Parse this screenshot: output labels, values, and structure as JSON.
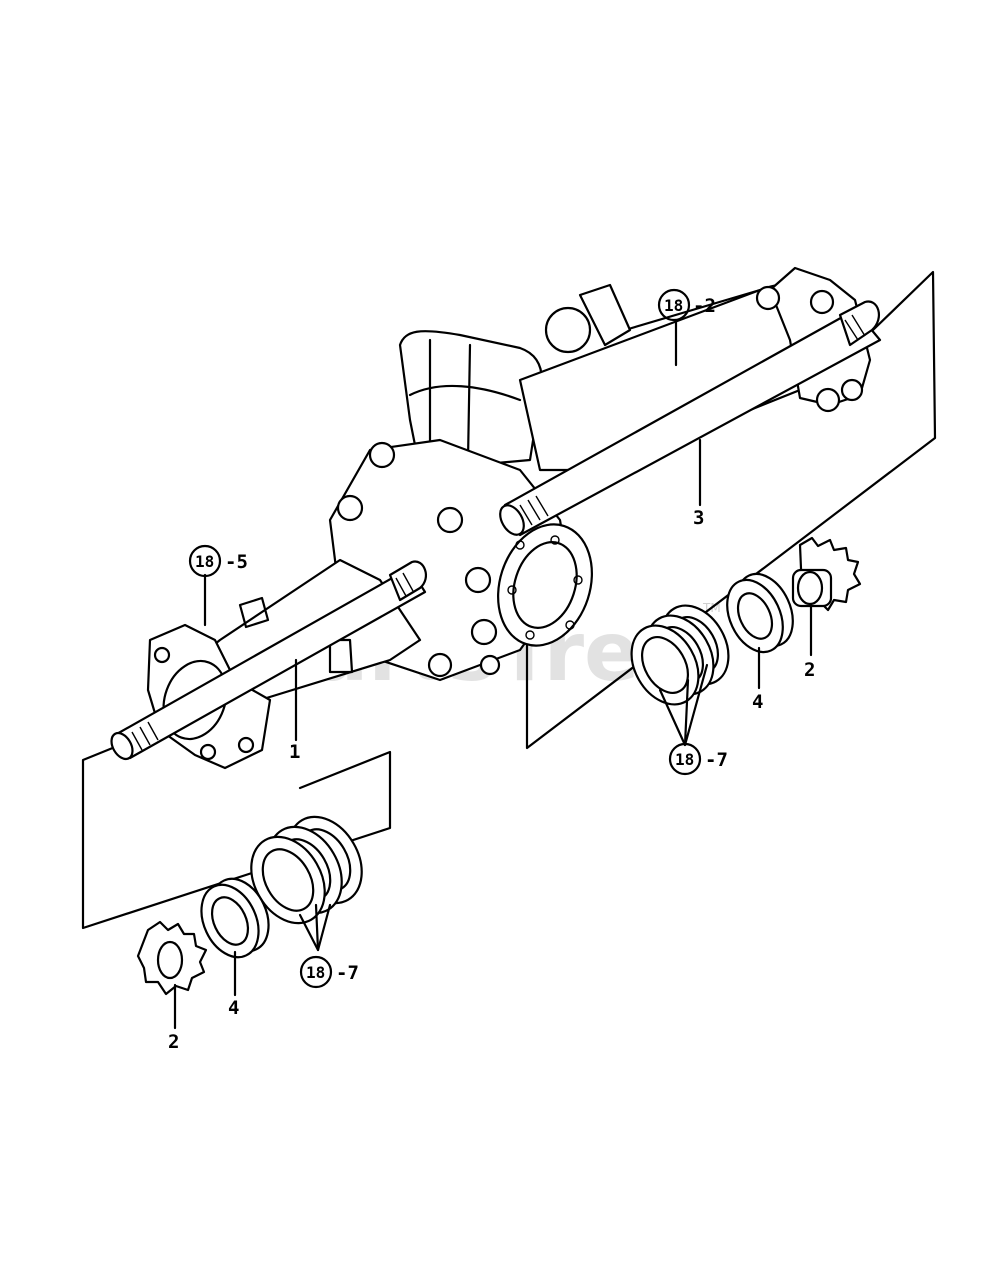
{
  "watermark": {
    "text": "PartsTree",
    "trademark": "TM"
  },
  "callouts": {
    "shaft_left": "1",
    "gear_left": "2",
    "bearing_left": "4",
    "shims_left_circle": "18",
    "shims_left_suffix": "-7",
    "housing_left_circle": "18",
    "housing_left_suffix": "-5",
    "housing_right_circle": "18",
    "housing_right_suffix": "-2",
    "shaft_right": "3",
    "gear_right": "2",
    "bearing_right": "4",
    "shims_right_circle": "18",
    "shims_right_suffix": "-7"
  }
}
